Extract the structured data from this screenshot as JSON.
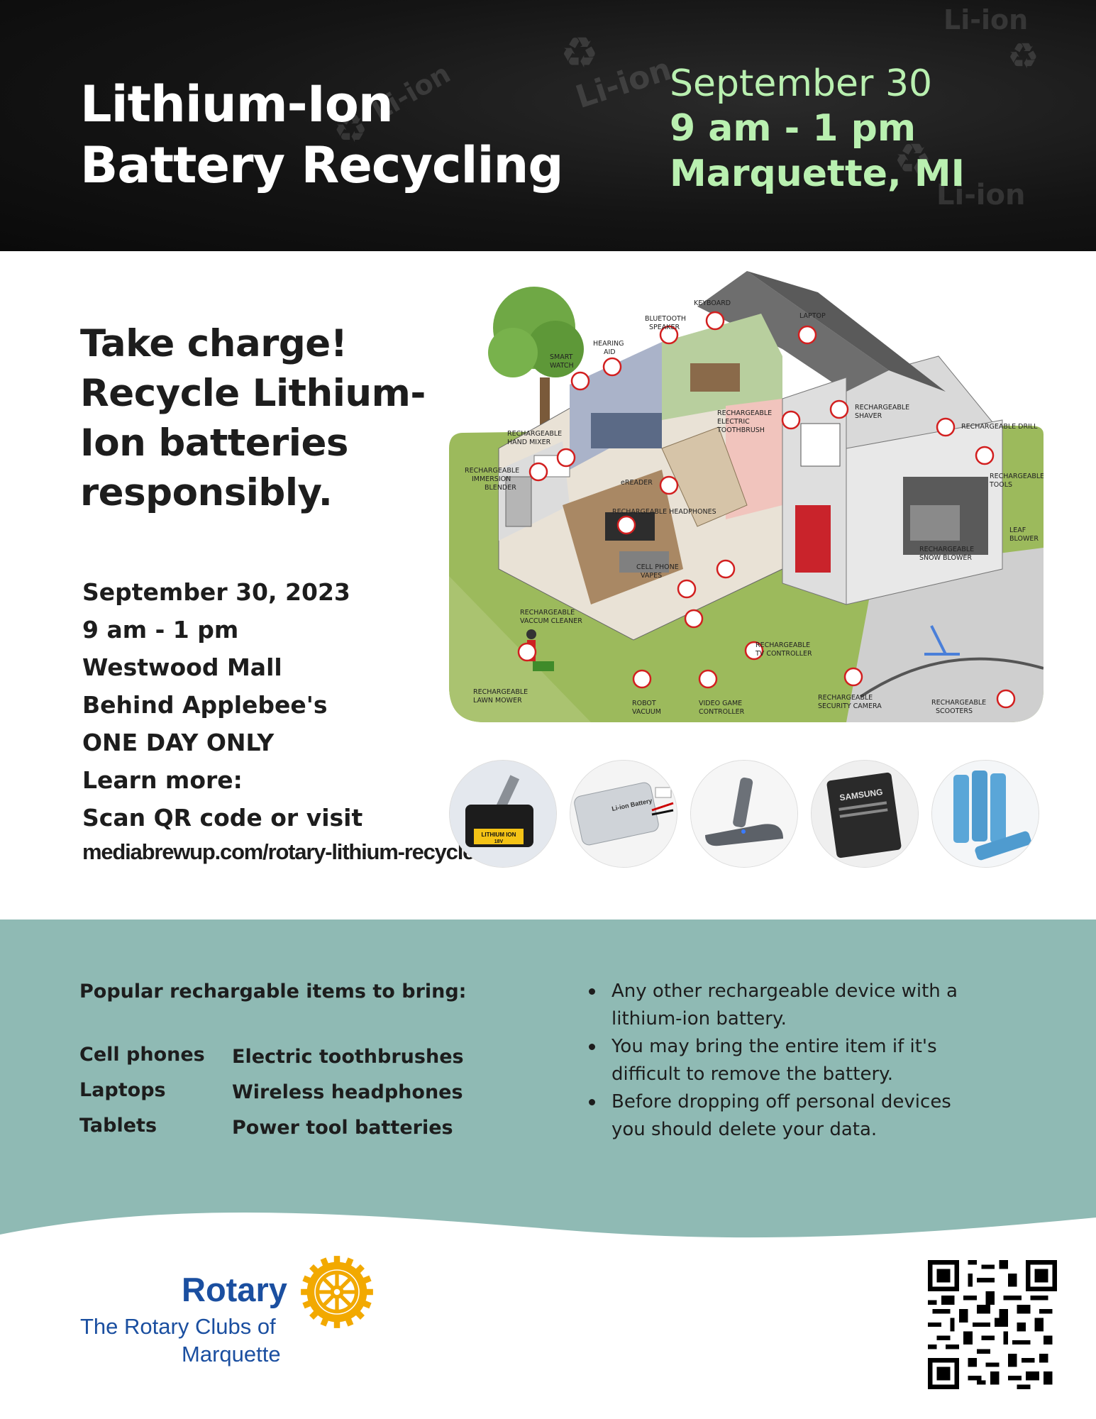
{
  "header": {
    "title_line1": "Lithium-Ion",
    "title_line2": "Battery Recycling",
    "date": "September 30",
    "time": "9 am - 1 pm",
    "place": "Marquette, MI",
    "bg_text": "Li-ion",
    "accent_color": "#b9f0b0"
  },
  "headline": {
    "line1": "Take charge!",
    "line2": "Recycle Lithium-",
    "line3": "Ion batteries",
    "line4": "responsibly."
  },
  "details": {
    "date": "September 30, 2023",
    "time": "9 am - 1 pm",
    "location": "Westwood Mall",
    "location_detail": "Behind Applebee's",
    "note": "ONE DAY ONLY",
    "learn": "Learn more:",
    "scan": "Scan QR code or visit",
    "url": "mediabrewup.com/rotary-lithium-recycle"
  },
  "house": {
    "labels": {
      "keyboard": "KEYBOARD",
      "bluetooth1": "BLUETOOTH",
      "bluetooth2": "SPEAKER",
      "laptop": "LAPTOP",
      "hearing1": "HEARING",
      "hearing2": "AID",
      "smart1": "SMART",
      "smart2": "WATCH",
      "toothbrush1": "RECHARGEABLE",
      "toothbrush2": "ELECTRIC",
      "toothbrush3": "TOOTHBRUSH",
      "shaver1": "RECHARGEABLE",
      "shaver2": "SHAVER",
      "drill": "RECHARGEABLE DRILL",
      "mixer1": "RECHARGEABLE",
      "mixer2": "HAND MIXER",
      "blender1": "RECHARGEABLE",
      "blender2": "IMMERSION",
      "blender3": "BLENDER",
      "ereader": "eREADER",
      "tools1": "RECHARGEABLE",
      "tools2": "TOOLS",
      "headphones": "RECHARGEABLE HEADPHONES",
      "leaf1": "LEAF",
      "leaf2": "BLOWER",
      "snow1": "RECHARGEABLE",
      "snow2": "SNOW BLOWER",
      "phone1": "CELL PHONE",
      "phone2": "VAPES",
      "vacuum1": "RECHARGEABLE",
      "vacuum2": "VACCUM CLEANER",
      "tv1": "RECHARGEABLE",
      "tv2": "TV CONTROLLER",
      "mower1": "RECHARGEABLE",
      "mower2": "LAWN MOWER",
      "robot1": "ROBOT",
      "robot2": "VACUUM",
      "game1": "VIDEO GAME",
      "game2": "CONTROLLER",
      "camera1": "RECHARGEABLE",
      "camera2": "SECURITY CAMERA",
      "scooter1": "RECHARGEABLE",
      "scooter2": "SCOOTERS"
    }
  },
  "batteries": {
    "drill_label": "LITHIUM ION",
    "drill_volt": "18V",
    "pack_label": "Li-ion Battery",
    "phone_brand": "SAMSUNG"
  },
  "bring": {
    "title": "Popular rechargable items to bring:",
    "col1": [
      "Cell phones",
      "Laptops",
      "Tablets"
    ],
    "col2": [
      "Electric toothbrushes",
      "Wireless headphones",
      "Power tool batteries"
    ]
  },
  "bullets": [
    "Any other rechargeable device with a lithium-ion battery.",
    "You may bring the entire item if it's difficult to remove the battery.",
    "Before dropping off personal devices you should delete your data."
  ],
  "footer": {
    "rotary": "Rotary",
    "sub1": "The Rotary Clubs of",
    "sub2": "Marquette",
    "brand_color": "#1b4fa0",
    "wheel_color": "#f2a900"
  },
  "colors": {
    "teal": "#8fbab4",
    "header_bg": "#141414"
  }
}
